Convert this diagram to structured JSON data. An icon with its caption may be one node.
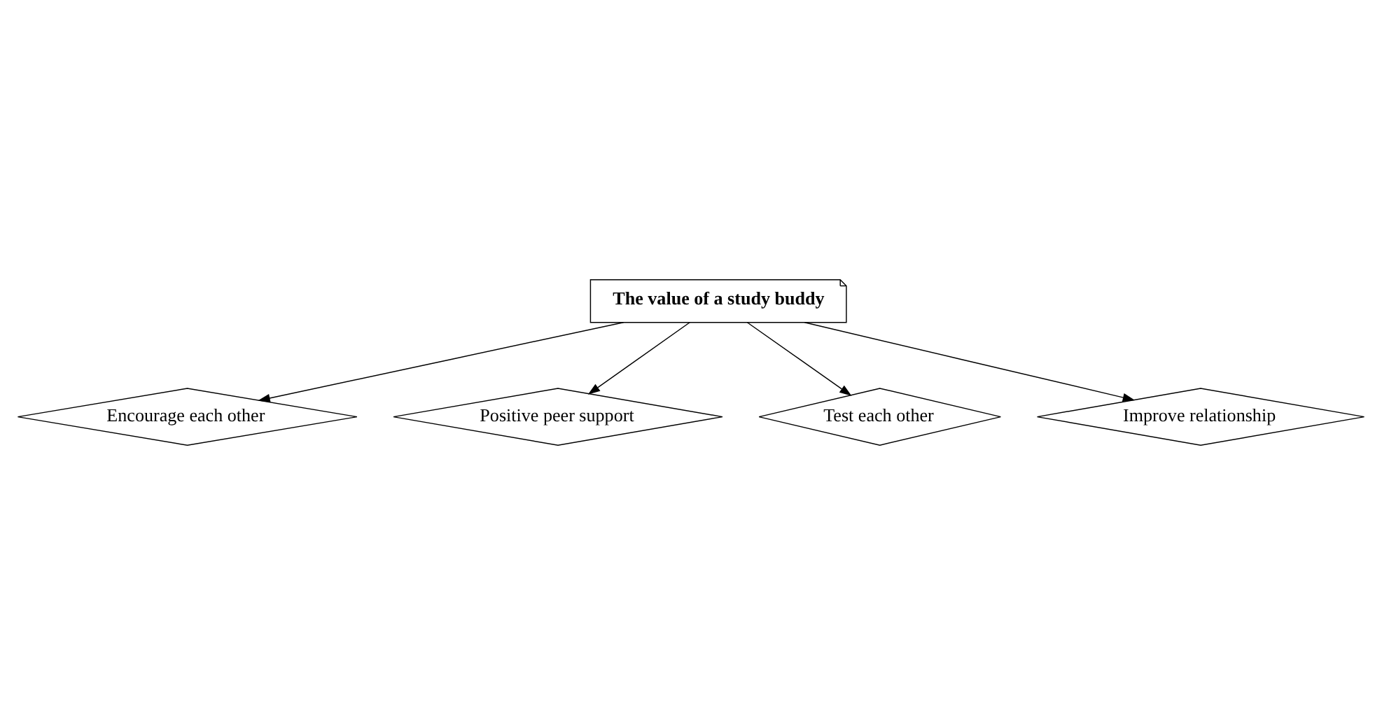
{
  "diagram": {
    "nodes": [
      {
        "text": [
          "The value of a study buddy"
        ]
      },
      {
        "text": [
          "Encourage each other"
        ]
      },
      {
        "text": [
          "Positive peer support"
        ]
      },
      {
        "text": [
          "Test each other"
        ]
      },
      {
        "text": [
          "Improve relationship"
        ]
      }
    ],
    "edges": [
      {
        "from": 0,
        "to": 1,
        "arrow": "to"
      },
      {
        "from": 0,
        "to": 2,
        "arrow": "to"
      },
      {
        "from": 0,
        "to": 3,
        "arrow": "to"
      },
      {
        "from": 0,
        "to": 4,
        "arrow": "to"
      }
    ]
  }
}
